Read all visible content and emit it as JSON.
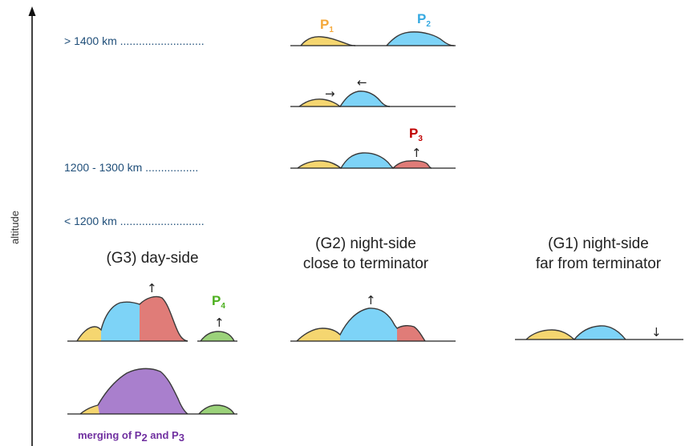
{
  "axis": {
    "label": "altitude"
  },
  "altitude_levels": [
    {
      "label": "> 1400 km ..........................."
    },
    {
      "label": "1200 - 1300 km ................."
    },
    {
      "label": "< 1200 km ..........................."
    }
  ],
  "groups": {
    "g3": {
      "title_line1": "(G3) day-side",
      "title_line2": ""
    },
    "g2": {
      "title_line1": "(G2) night-side",
      "title_line2": "close to terminator"
    },
    "g1": {
      "title_line1": "(G1) night-side",
      "title_line2": "far from terminator"
    }
  },
  "peaks": {
    "p1": {
      "main": "P",
      "sub": "1",
      "color": "#f4a83a"
    },
    "p2": {
      "main": "P",
      "sub": "2",
      "color": "#36a9e1"
    },
    "p3": {
      "main": "P",
      "sub": "3",
      "color": "#c00000"
    },
    "p4": {
      "main": "P",
      "sub": "4",
      "color": "#4caf1e"
    }
  },
  "fills": {
    "yellow": "#f5d670",
    "blue": "#7dd3f7",
    "red": "#e07c78",
    "green": "#9bd27a",
    "purple": "#a97fcd"
  },
  "merge_caption": {
    "prefix": "merging of P",
    "sub_a": "2",
    "middle": " and P",
    "sub_b": "3"
  },
  "arrows": {
    "up": "↑",
    "down": "↓",
    "right": "→",
    "left": "←"
  }
}
